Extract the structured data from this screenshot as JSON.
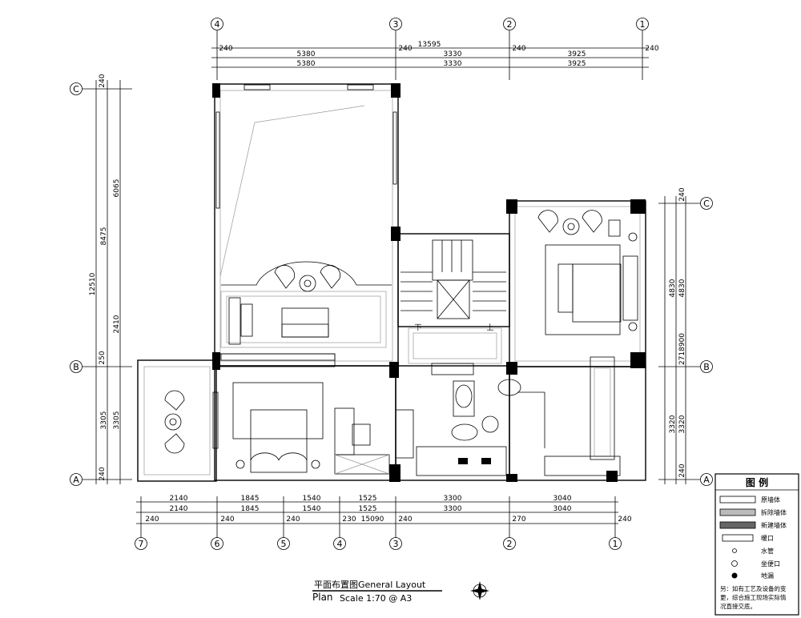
{
  "axes_top": [
    "4",
    "3",
    "2",
    "1"
  ],
  "axes_bottom": [
    "7",
    "6",
    "5",
    "4",
    "3",
    "2",
    "1"
  ],
  "axes_left": [
    "C",
    "B",
    "A"
  ],
  "axes_right": [
    "C",
    "B",
    "A"
  ],
  "dims_top": {
    "total": "13595",
    "wall_a": "240",
    "wall_b": "240",
    "wall_c": "240",
    "wall_d": "240",
    "seg1": "5380",
    "seg2": "3330",
    "seg3": "3925"
  },
  "dims_bottom": {
    "total": "15090",
    "seg1": "2140",
    "seg2": "1845",
    "seg3": "1540",
    "seg4": "1525",
    "seg5": "3300",
    "seg6": "3040",
    "wall_a": "240",
    "wall_b": "240",
    "wall_c": "240",
    "wall_d": "230",
    "wall_e": "240",
    "wall_f": "270",
    "wall_g": "240"
  },
  "dims_left": {
    "total": "12510",
    "seg_top": "6065",
    "seg_main": "8475",
    "seg_mid": "2410",
    "wall_top": "240",
    "wall_b": "250",
    "seg_low": "3305",
    "wall_bottom": "240"
  },
  "dims_right": {
    "seg_top": "4830",
    "seg_b": "2718900",
    "seg_low": "3320",
    "wall_top": "240",
    "wall_bottom": "240"
  },
  "title": {
    "line1": "平面布置图General  Layout",
    "plan": "Plan",
    "scale": "Scale  1:70 @ A3"
  },
  "legend": {
    "heading": "图  例",
    "items": [
      "原墙体",
      "拆除墙体",
      "新建墙体",
      "暖口",
      "水管",
      "坐便口",
      "地漏"
    ],
    "note_1": "另：如有工艺及设备的变",
    "note_2": "更，综合施工现场实际情",
    "note_3": "况直接交底。"
  },
  "stair_marks": {
    "down": "下",
    "up": "上"
  },
  "icons": [
    "compass-icon"
  ]
}
